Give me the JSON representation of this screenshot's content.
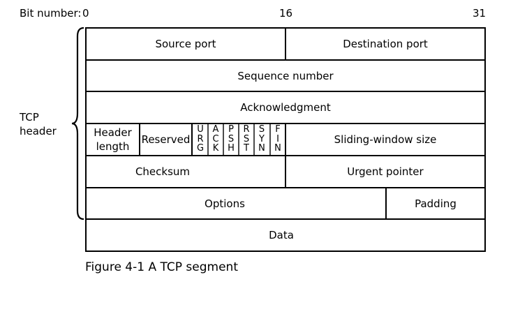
{
  "bit_numbers": {
    "label": "Bit number:",
    "start": "0",
    "mid": "16",
    "end": "31"
  },
  "side_label": {
    "line1": "TCP",
    "line2": "header"
  },
  "rows": {
    "row1": {
      "left": "Source port",
      "right": "Destination port"
    },
    "row2": {
      "full": "Sequence number"
    },
    "row3": {
      "full": "Acknowledgment"
    },
    "row4": {
      "header_length_1": "Header",
      "header_length_2": "length",
      "reserved": "Reserved",
      "flags": [
        {
          "name": "URG",
          "letters": [
            "U",
            "R",
            "G"
          ]
        },
        {
          "name": "ACK",
          "letters": [
            "A",
            "C",
            "K"
          ]
        },
        {
          "name": "PSH",
          "letters": [
            "P",
            "S",
            "H"
          ]
        },
        {
          "name": "RST",
          "letters": [
            "R",
            "S",
            "T"
          ]
        },
        {
          "name": "SYN",
          "letters": [
            "S",
            "Y",
            "N"
          ]
        },
        {
          "name": "FIN",
          "letters": [
            "F",
            "I",
            "N"
          ]
        }
      ],
      "window": "Sliding-window size"
    },
    "row5": {
      "left": "Checksum",
      "right": "Urgent pointer"
    },
    "row6": {
      "left": "Options",
      "right": "Padding"
    },
    "row7": {
      "full": "Data"
    }
  },
  "caption": "Figure 4-1 A TCP segment"
}
